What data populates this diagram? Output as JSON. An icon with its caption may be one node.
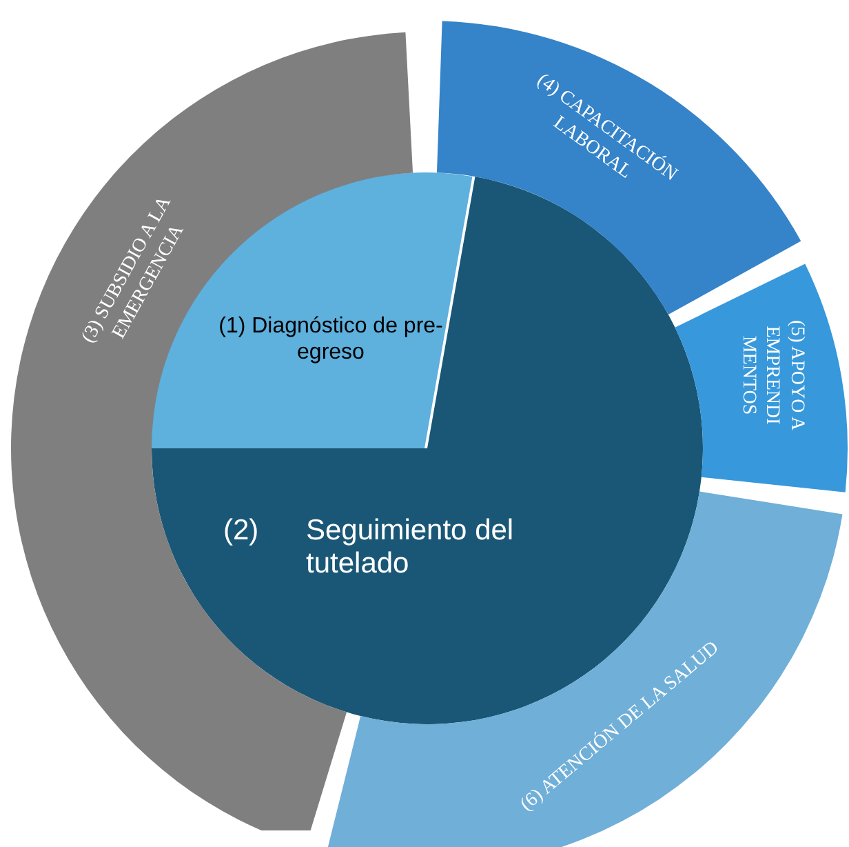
{
  "diagram": {
    "nodes": [
      {
        "text": [
          "(1) Diagnóstico de pre-egreso"
        ]
      },
      {
        "text": [
          "(2)",
          "Seguimiento del tutelado"
        ]
      },
      {
        "text": [
          "(3) SUBSIDIO A LA EMERGENCIA"
        ]
      },
      {
        "text": [
          "(4) CAPACITACIÓN LABORAL"
        ]
      },
      {
        "text": [
          "(5) APOYO A EMPRENDIMENTOS"
        ]
      },
      {
        "text": [
          "(6) ATENCIÓN DE LA SALUD"
        ]
      }
    ]
  }
}
